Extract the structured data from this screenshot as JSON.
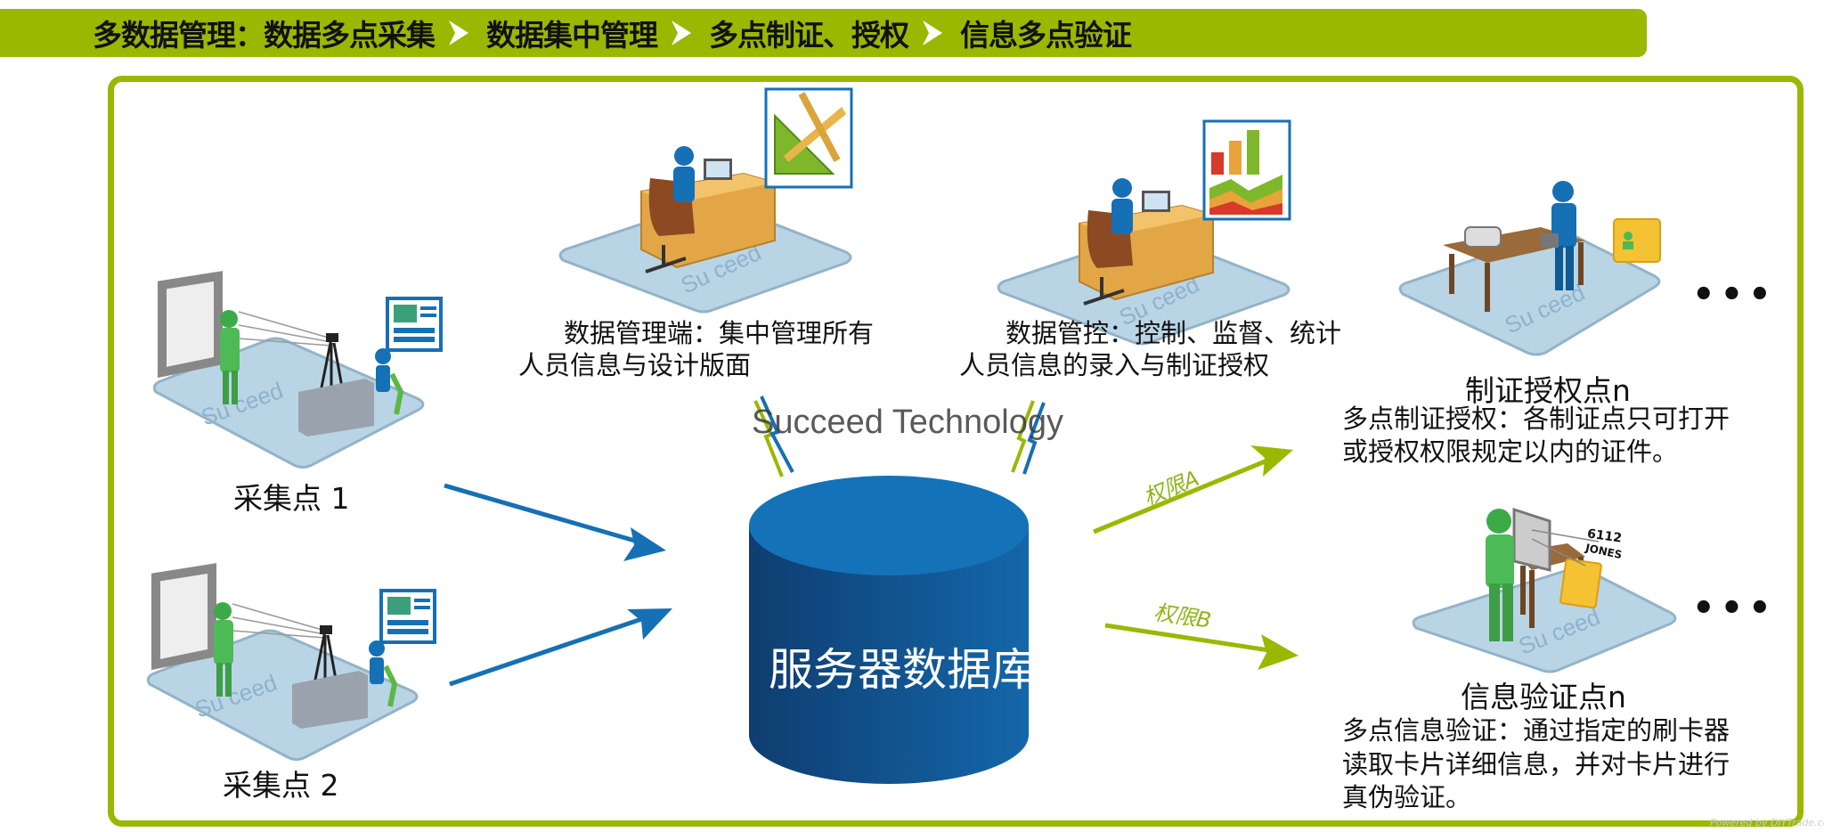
{
  "banner": {
    "steps": [
      "多数据管理：数据多点采集",
      "数据集中管理",
      "多点制证、授权",
      "信息多点验证"
    ],
    "arrow_icon": "right-arrow-icon"
  },
  "collection_points": [
    {
      "label": "采集点 1"
    },
    {
      "label": "采集点 2"
    }
  ],
  "management": [
    {
      "line1": "数据管理端：集中管理所有",
      "line2": "人员信息与设计版面"
    },
    {
      "line1": "数据管控：控制、监督、统计",
      "line2": "人员信息的录入与制证授权"
    }
  ],
  "watermark": "Succeed Technology",
  "database": {
    "label": "服务器数据库"
  },
  "permissions": {
    "a": "权限A",
    "b": "权限B"
  },
  "authorization": {
    "title": "制证授权点n",
    "line1": "多点制证授权：各制证点只可打开",
    "line2": "或授权权限规定以内的证件。",
    "more": "•••"
  },
  "verification": {
    "title": "信息验证点n",
    "line1": "多点信息验证：通过指定的刷卡器",
    "line2": "读取卡片详细信息，并对卡片进行",
    "line3": "真伪验证。",
    "more": "•••",
    "card_number": "6112",
    "card_name": "JONES"
  },
  "platform_logo": "Succeed",
  "footer": "Powered by DIYTrade.com",
  "colors": {
    "green": "#9ab800",
    "blue": "#1570b5",
    "db_dark": "#0f3d70",
    "db_light": "#1473b8"
  }
}
